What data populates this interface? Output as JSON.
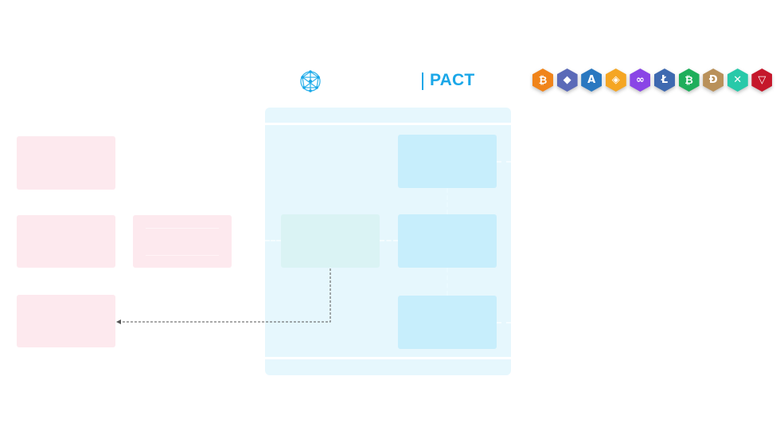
{
  "brand": {
    "name": "PACT"
  },
  "coins": [
    {
      "icon": "bitcoin-icon",
      "glyph": "₿",
      "color": "#f0841a"
    },
    {
      "icon": "ethereum-icon",
      "glyph": "◆",
      "color": "#5b6ab8"
    },
    {
      "icon": "arbitrum-icon",
      "glyph": "A",
      "color": "#2a78c0"
    },
    {
      "icon": "bnb-icon",
      "glyph": "◈",
      "color": "#f5a623"
    },
    {
      "icon": "polygon-icon",
      "glyph": "∞",
      "color": "#8a45e6"
    },
    {
      "icon": "litecoin-icon",
      "glyph": "Ł",
      "color": "#3e69b0"
    },
    {
      "icon": "bitcoin-cash-icon",
      "glyph": "₿",
      "color": "#1fae5b"
    },
    {
      "icon": "dogecoin-icon",
      "glyph": "Ð",
      "color": "#b9915a"
    },
    {
      "icon": "kaspa-icon",
      "glyph": "✕",
      "color": "#28c9a9"
    },
    {
      "icon": "tron-icon",
      "glyph": "▽",
      "color": "#c5172b"
    }
  ],
  "colors": {
    "accent": "#1aa7e8",
    "pink_box": "#fde9ee",
    "cyan_box": "#c7eefc",
    "mint_box": "#daf3f4",
    "panel": "#e6f7fd",
    "connector": "#555555"
  }
}
